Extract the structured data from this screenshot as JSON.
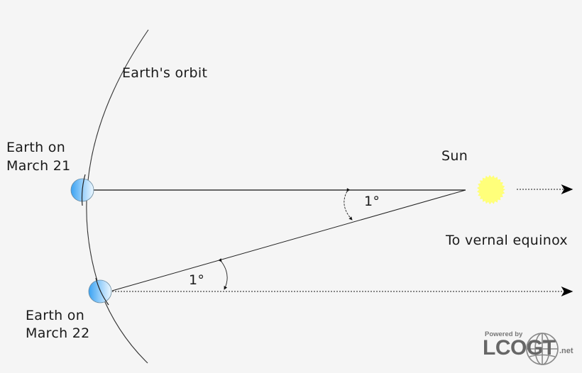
{
  "labels": {
    "orbit": "Earth's orbit",
    "earth_march21_line1": "Earth on",
    "earth_march21_line2": "March 21",
    "earth_march22_line1": "Earth on",
    "earth_march22_line2": "March 22",
    "sun": "Sun",
    "vernal_equinox": "To vernal equinox",
    "angle_at_sun": "1°",
    "angle_at_earth": "1°"
  },
  "logo": {
    "powered_by": "Powered by",
    "brand": "LCOGT",
    "suffix": ".net"
  },
  "colors": {
    "background": "#f5f5f5",
    "sun_fill": "#ffff7f",
    "earth_dark": "#3fa6f4",
    "earth_light": "#e8f5ff",
    "line": "#1a1a1a"
  }
}
